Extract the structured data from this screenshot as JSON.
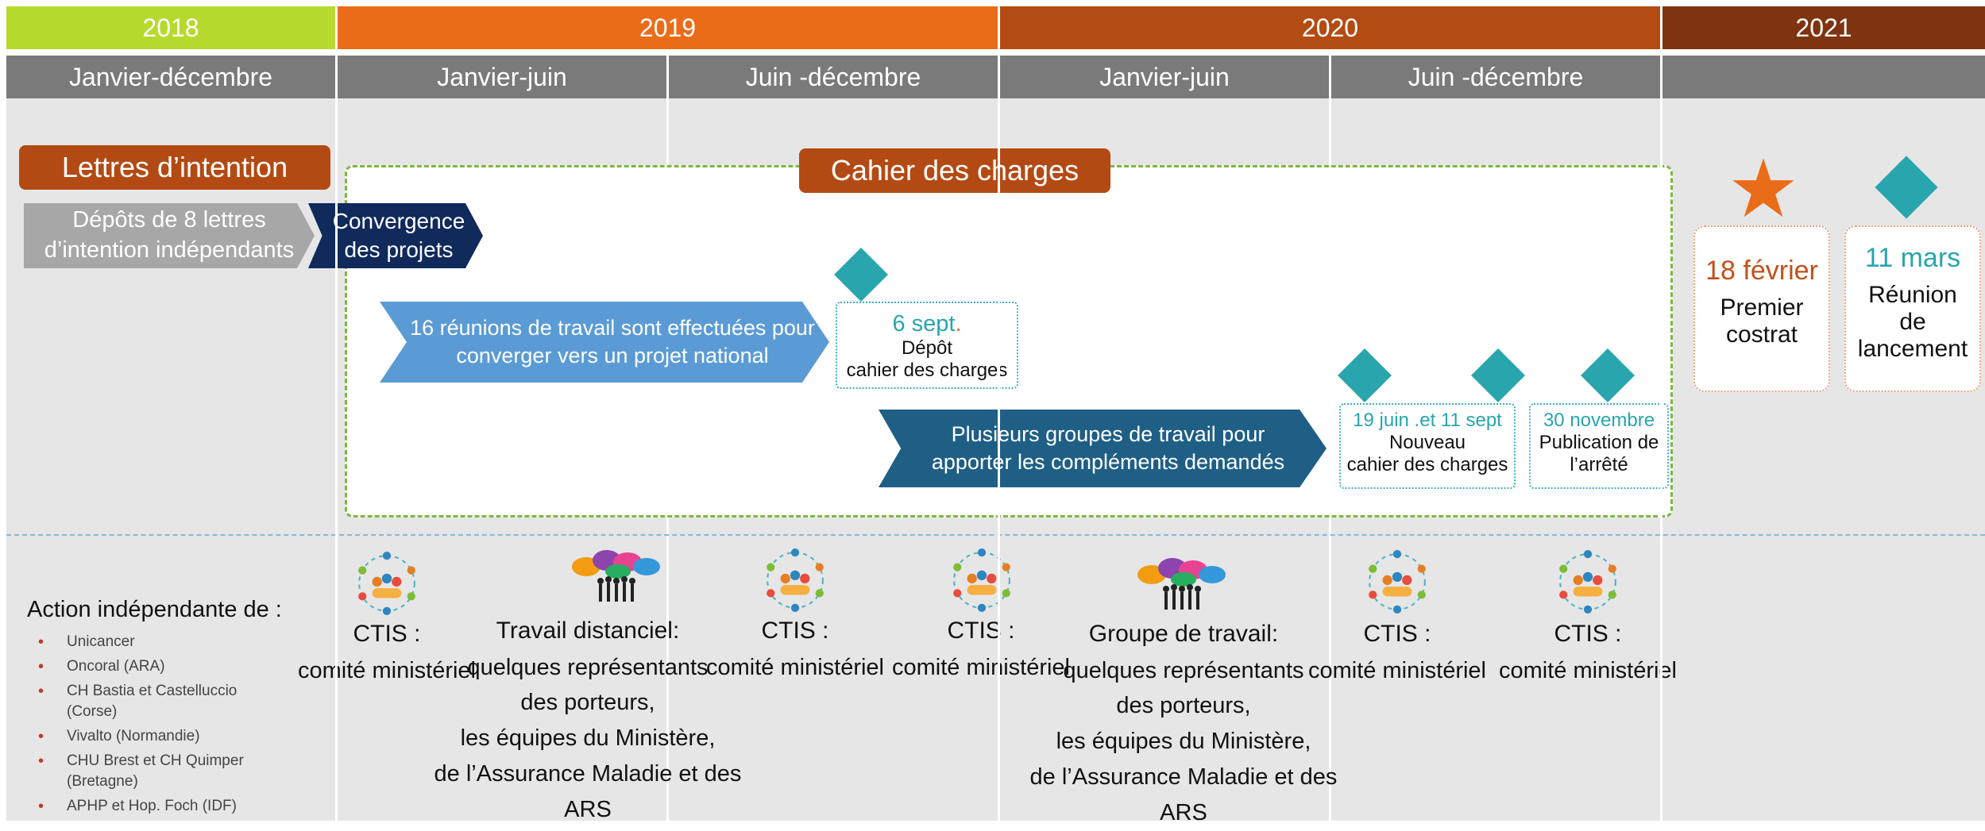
{
  "years": [
    {
      "label": "2018",
      "color": "#b6d92e"
    },
    {
      "label": "2019",
      "color": "#ea6c18"
    },
    {
      "label": "2020",
      "color": "#b44b12"
    },
    {
      "label": "2021",
      "color": "#7e3410"
    }
  ],
  "periods": [
    "Janvier-décembre",
    "Janvier-juin",
    "Juin -décembre",
    "Janvier-juin",
    "Juin -décembre"
  ],
  "lettres": {
    "title": "Lettres d’intention",
    "depots_line1": "Dépôts de 8 lettres",
    "depots_line2": "d’intention indépendants",
    "convergence_line1": "Convergence",
    "convergence_line2": "des projets"
  },
  "cahier": {
    "title": "Cahier des charges",
    "reunions_line1": "16 réunions de travail sont effectuées pour",
    "reunions_line2": "converger vers un projet national",
    "groupes_line1": "Plusieurs groupes de travail pour",
    "groupes_line2": "apporter les compléments demandés",
    "depot_date": "6 sept",
    "depot_dot": ".",
    "depot_line1": "Dépôt",
    "depot_line2": "cahier des charges",
    "nouveau_date": "19 juin .et 11 sept",
    "nouveau_line1": "Nouveau",
    "nouveau_line2": "cahier des charges",
    "arrete_date": "30 novembre",
    "arrete_line1": "Publication de",
    "arrete_line2": "l’arrêté"
  },
  "events_2021": {
    "fevrier_date": "18 février",
    "fevrier_line1": "Premier",
    "fevrier_line2": "costrat",
    "mars_date": "11 mars",
    "mars_line1": "Réunion",
    "mars_line2": "de",
    "mars_line3": "lancement"
  },
  "actions": {
    "title": "Action indépendante de  :",
    "items": [
      {
        "line1": "Unicancer",
        "line2": ""
      },
      {
        "line1": "Oncoral (ARA)",
        "line2": ""
      },
      {
        "line1": "CH Bastia et Castelluccio",
        "line2": "(Corse)"
      },
      {
        "line1": "Vivalto (Normandie)",
        "line2": ""
      },
      {
        "line1": "CHU Brest et CH Quimper",
        "line2": "(Bretagne)"
      },
      {
        "line1": "APHP et Hop. Foch (IDF)",
        "line2": ""
      }
    ]
  },
  "meetings": {
    "ctis_title": "CTIS :",
    "ctis_sub": "comité ministériel",
    "travail_title": "Travail distanciel",
    "groupe_title": "Groupe de travail",
    "colon": ":",
    "line1": "quelques représentants",
    "line2": "des porteurs,",
    "line3": "les équipes du Ministère,",
    "line4": "de l’Assurance Maladie et des ARS"
  },
  "colors": {
    "accent_teal": "#29a5ad",
    "tag_orange": "#b34a14",
    "arrow_grey": "#a7a7a7",
    "arrow_navy": "#0f2a5b",
    "arrow_lightblue": "#5b9bd5",
    "arrow_darkblue": "#1f5f85",
    "star": "#ea6c18"
  }
}
